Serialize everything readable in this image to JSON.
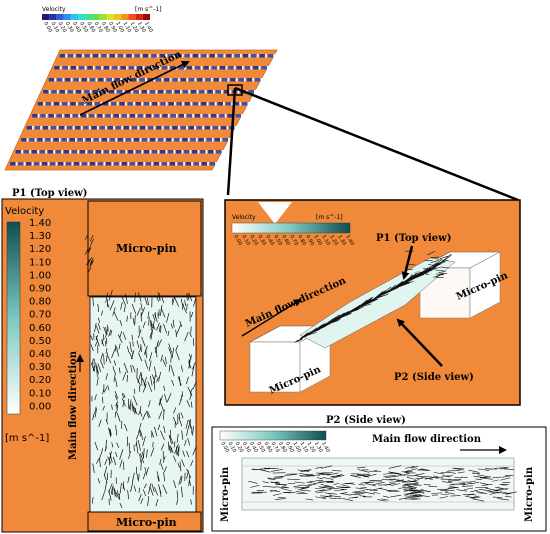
{
  "colors": {
    "orange": "#f08a3a",
    "orange_dark": "#e07828",
    "teal_dark": "#0f4f4f",
    "teal": "#3a9a9a",
    "teal_light": "#d8f0ec",
    "arrow": "#000000"
  },
  "top_legend": {
    "title": "Velocity",
    "unit": "[m s^-1]",
    "ticks": [
      "0.00",
      "0.10",
      "0.20",
      "0.30",
      "0.40",
      "0.50",
      "0.60",
      "0.70",
      "0.80",
      "0.90",
      "1.00",
      "1.10",
      "1.20",
      "1.30",
      "1.40"
    ],
    "swatches": [
      "#1a1a6e",
      "#2633a8",
      "#2f5be0",
      "#2f8ff0",
      "#2fc0f0",
      "#33e0d0",
      "#3fe090",
      "#5de050",
      "#a0e030",
      "#e0e030",
      "#f0c020",
      "#f09020",
      "#f05020",
      "#e02010",
      "#a00808"
    ]
  },
  "top_panel": {
    "flow_label": "Main flow direction"
  },
  "p1": {
    "title": "P1 (Top view)",
    "legend_title": "Velocity",
    "unit": "[m s^-1]",
    "ticks": [
      "1.40",
      "1.30",
      "1.20",
      "1.10",
      "1.00",
      "0.90",
      "0.80",
      "0.70",
      "0.60",
      "0.50",
      "0.40",
      "0.30",
      "0.20",
      "0.10",
      "0.00"
    ],
    "micro_pin_top": "Micro-pin",
    "micro_pin_bottom": "Micro-pin",
    "flow_label": "Main flow direction"
  },
  "iso": {
    "legend_title": "Velocity",
    "unit": "[m s^-1]",
    "ticks": [
      "0.00",
      "0.10",
      "0.20",
      "0.30",
      "0.40",
      "0.50",
      "0.60",
      "0.70",
      "0.80",
      "0.90",
      "1.00",
      "1.10",
      "1.20",
      "1.30",
      "1.40"
    ],
    "p1_label": "P1 (Top view)",
    "p2_label": "P2 (Side view)",
    "flow_label": "Main flow direction",
    "micro_pin_right": "Micro-pin",
    "micro_pin_left": "Micro-pin"
  },
  "p2": {
    "title": "P2 (Side view)",
    "ticks": [
      "0.00",
      "0.10",
      "0.20",
      "0.30",
      "0.40",
      "0.50",
      "0.60",
      "0.70",
      "0.80",
      "0.90",
      "1.00",
      "1.10",
      "1.20",
      "1.30",
      "1.40"
    ],
    "flow_label": "Main flow direction",
    "micro_pin_left": "Micro-pin",
    "micro_pin_right": "Micro-pin"
  }
}
